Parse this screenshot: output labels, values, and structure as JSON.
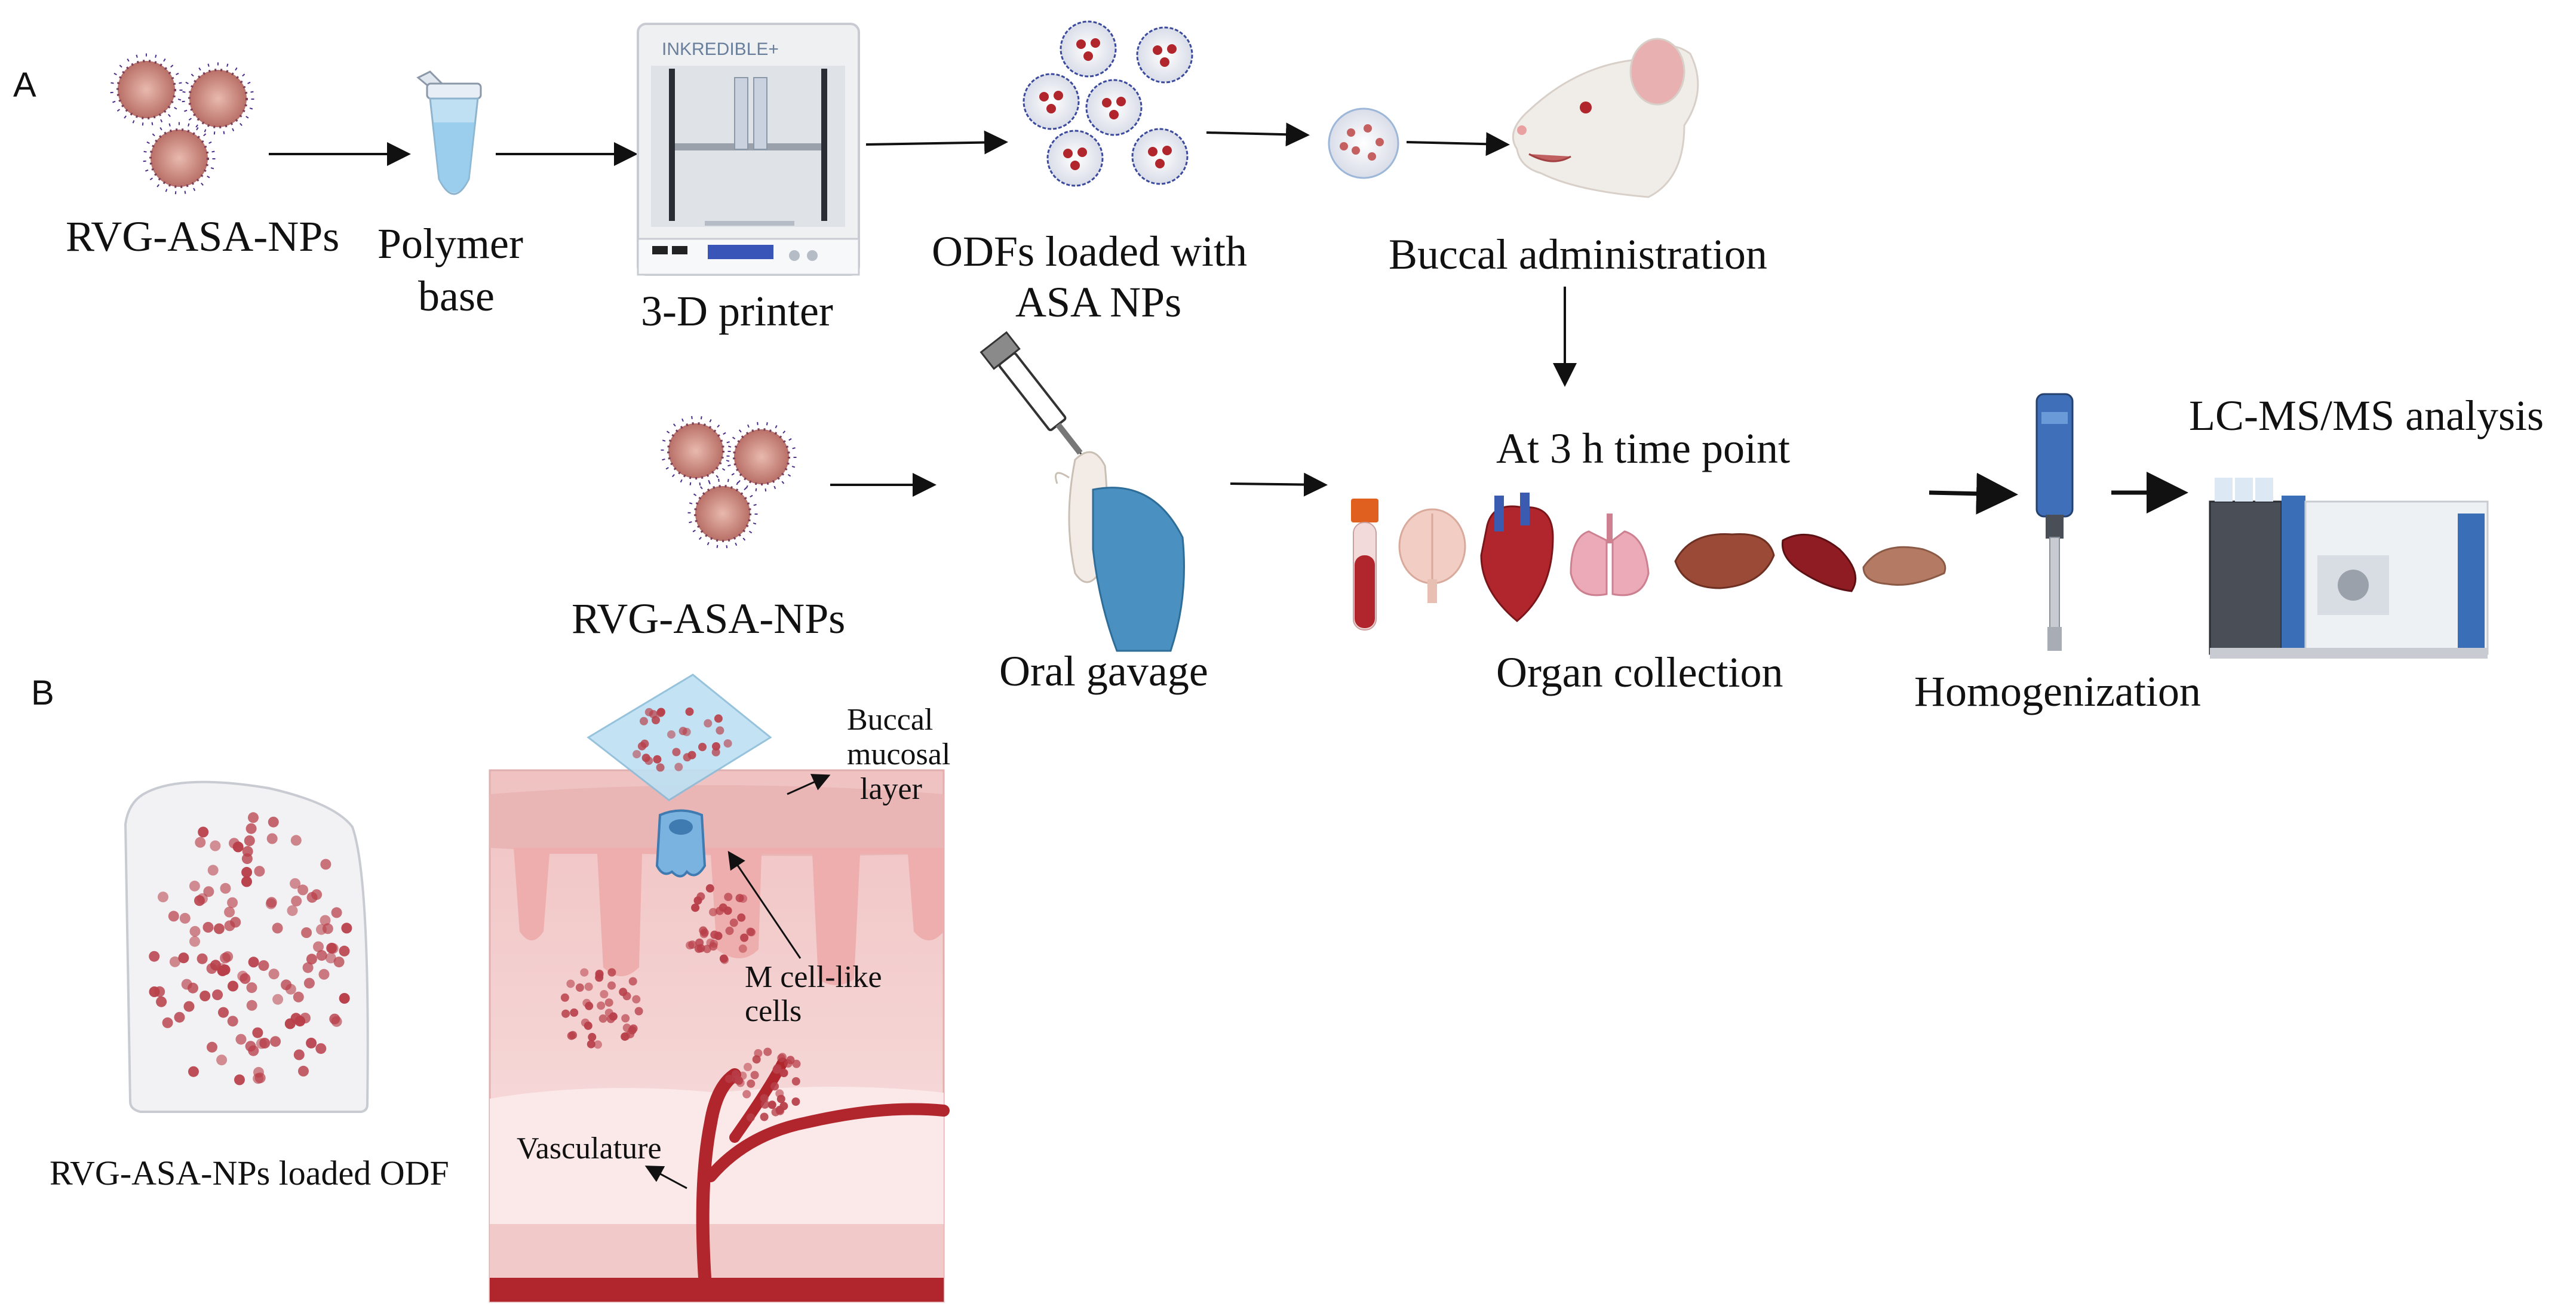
{
  "panels": {
    "a": "A",
    "b": "B"
  },
  "row1": {
    "nps": "RVG-ASA-NPs",
    "polymer_l1": "Polymer",
    "polymer_l2": "base",
    "printer": "3-D printer",
    "printer_brand": "INKREDIBLE+",
    "odfs_l1": "ODFs loaded with",
    "odfs_l2": "ASA NPs",
    "buccal": "Buccal administration"
  },
  "row2": {
    "nps": "RVG-ASA-NPs",
    "gavage": "Oral gavage",
    "timepoint": "At 3 h time point",
    "organs": "Organ collection",
    "homog": "Homogenization",
    "lcms": "LC-MS/MS analysis"
  },
  "panel_b": {
    "odf": "RVG-ASA-NPs loaded ODF",
    "buccal_l1": "Buccal",
    "buccal_l2": "mucosal",
    "buccal_l3": "layer",
    "mcell_l1": "M cell-like",
    "mcell_l2": "cells",
    "vasc": "Vasculature"
  },
  "colors": {
    "np_core": "#c88a82",
    "np_spike": "#4a2f8a",
    "dot": "#b8404a",
    "tissue": "#f2c9c9",
    "vessel": "#b0262c",
    "skin": "#4a90c0",
    "arrow": "#111111"
  }
}
